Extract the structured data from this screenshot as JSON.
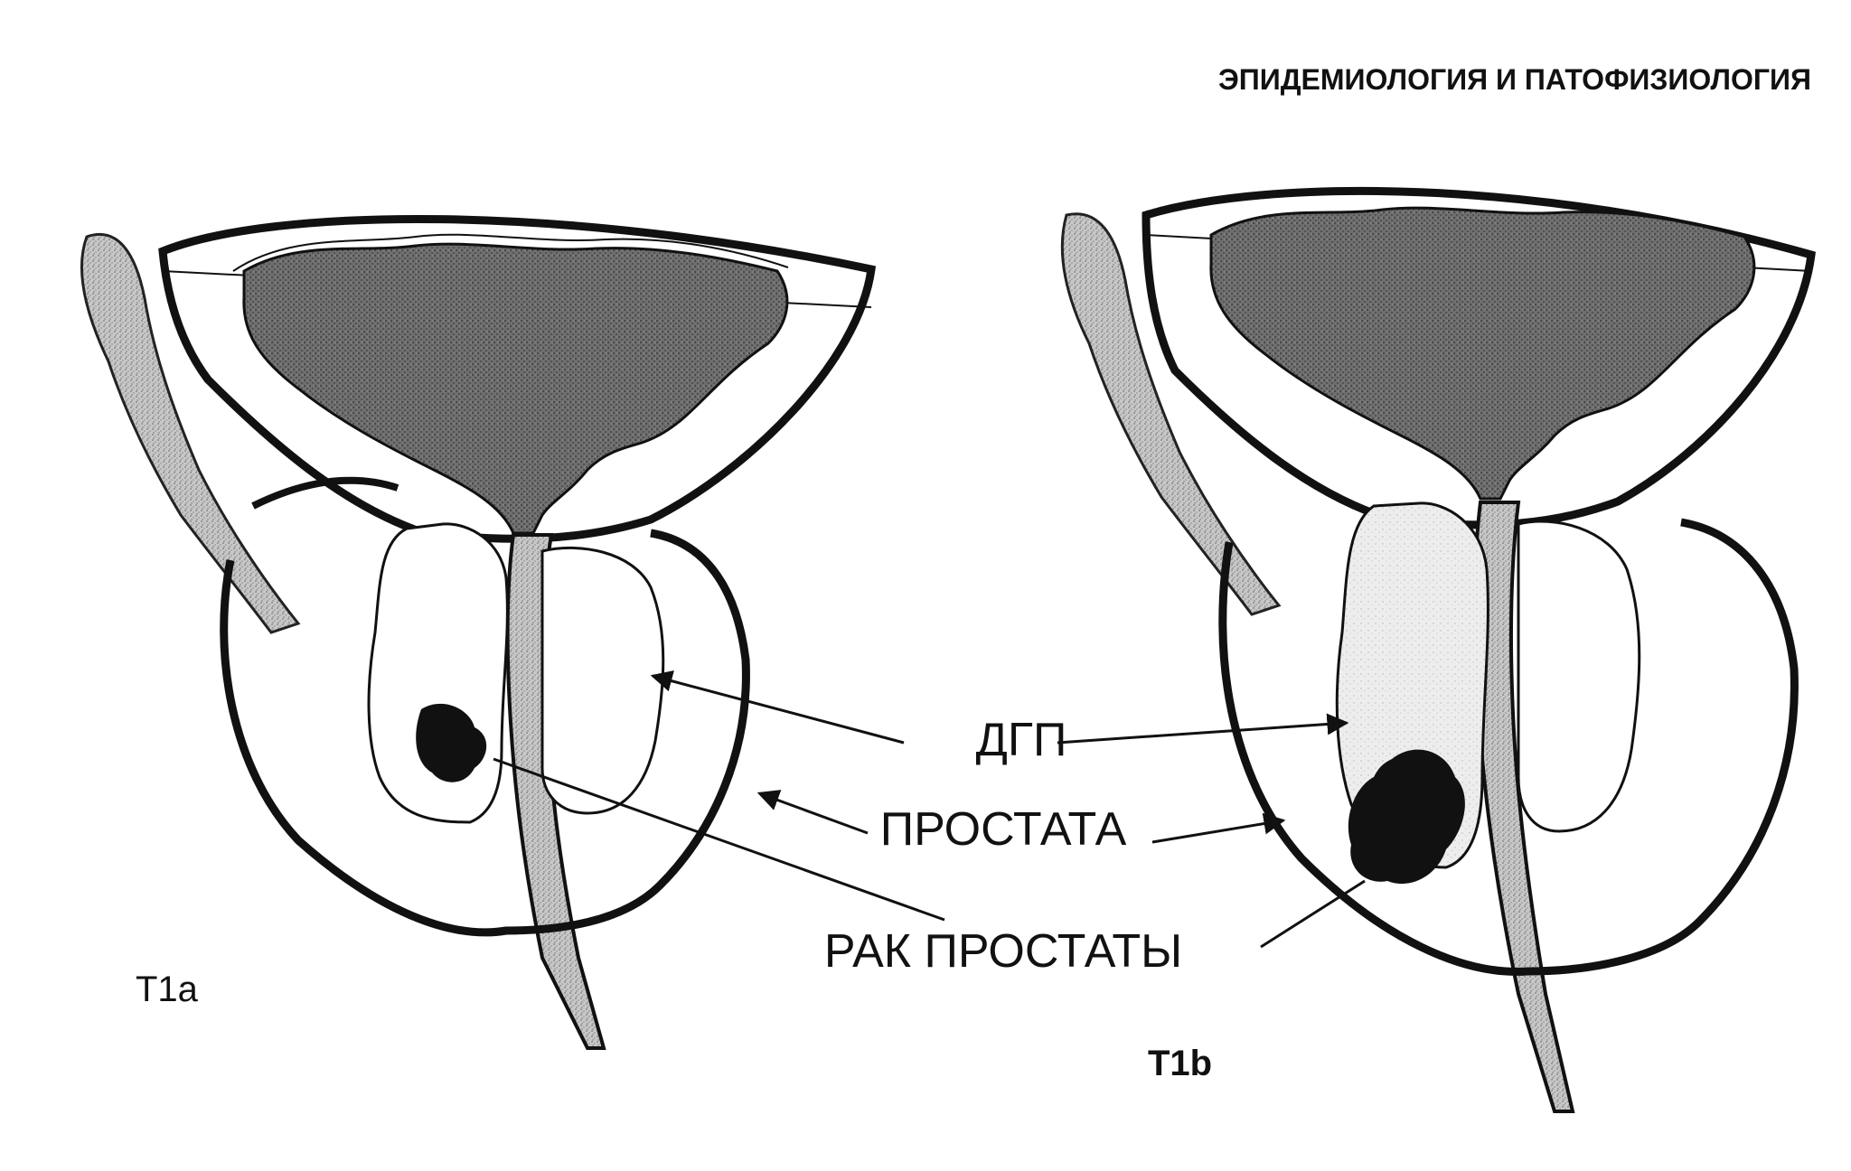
{
  "header": {
    "text": "ЭПИДЕМИОЛОГИЯ И ПАТОФИЗИОЛОГИЯ"
  },
  "labels": {
    "dgp": "ДГП",
    "prostate": "ПРОСТАТА",
    "cancer": "РАК ПРОСТАТЫ"
  },
  "panels": [
    {
      "stage": "T1a"
    },
    {
      "stage": "T1b"
    }
  ],
  "colors": {
    "ink": "#111111",
    "paper": "#ffffff",
    "tissue": "#bdbdbd"
  }
}
